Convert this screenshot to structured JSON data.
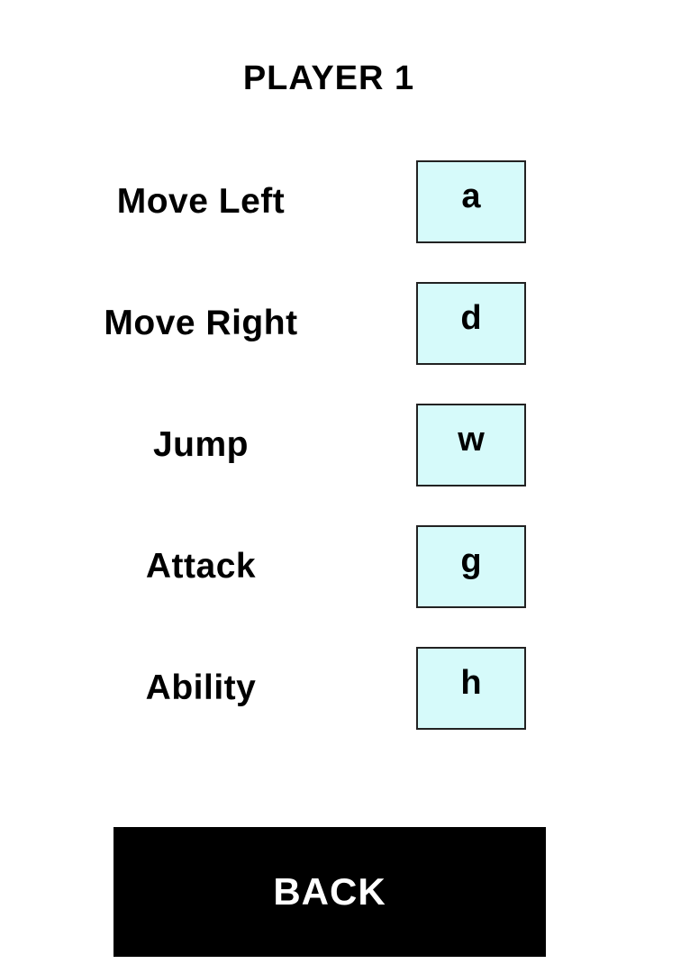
{
  "screen": {
    "title": "PLAYER 1"
  },
  "bindings": [
    {
      "action": "Move Left",
      "key": "a"
    },
    {
      "action": "Move Right",
      "key": "d"
    },
    {
      "action": "Jump",
      "key": "w"
    },
    {
      "action": "Attack",
      "key": "g"
    },
    {
      "action": "Ability",
      "key": "h"
    }
  ],
  "back_button": {
    "label": "BACK"
  },
  "colors": {
    "key_box_fill": "#d6fafa",
    "key_box_border": "#222222",
    "back_button_bg": "#000000",
    "back_button_text": "#ffffff",
    "background": "#ffffff"
  }
}
